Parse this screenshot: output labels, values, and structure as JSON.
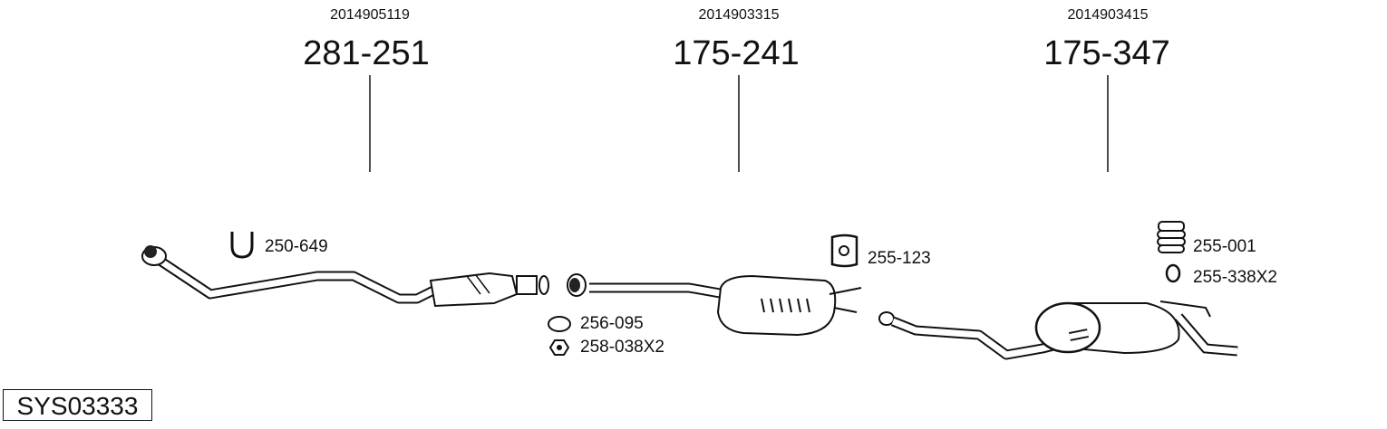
{
  "groups": [
    {
      "oe_number": "2014905119",
      "part_number": "281-251"
    },
    {
      "oe_number": "2014903315",
      "part_number": "175-241"
    },
    {
      "oe_number": "2014903415",
      "part_number": "175-347"
    }
  ],
  "accessories": {
    "u_bolt": "250-649",
    "gasket_ring": "256-095",
    "nut": "258-038X2",
    "rubber_hanger": "255-123",
    "rubber_buffer": "255-001",
    "rubber_ring": "255-338X2"
  },
  "system_code": "SYS03333"
}
